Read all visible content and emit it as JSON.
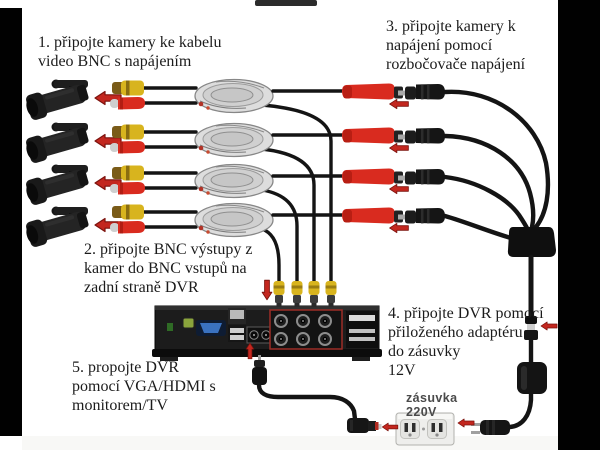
{
  "steps": {
    "step1": "1. připojte kamery ke kabelu\nvideo BNC s napájením",
    "step2": "2. připojte BNC výstupy z\nkamer do BNC vstupů na\nzadní straně DVR",
    "step3": "3. připojte kamery k\nnapájení pomocí\nrozbočovače napájení",
    "step4": "4. připojte DVR pomocí\npřiloženého adaptéru\ndo zásuvky\n12V",
    "step5": "5. propojte DVR\npomocí VGA/HDMI s\nmonitorem/TV"
  },
  "outlet": {
    "line1": "zásuvka",
    "line2": "220V"
  },
  "colors": {
    "arrow_red": "#c3271f",
    "bnc_yellow": "#d8b41e",
    "power_connector_red": "#d92b1f",
    "cable_black": "#141414",
    "coil_gray": "#d9d9d9",
    "outlet_label_gray": "#4a4a4a",
    "vga_blue": "#3a72c0",
    "background": "#ffffff",
    "letterbox_black": "#010101"
  },
  "components": [
    "bullet-camera x4",
    "bnc-video-power-pigtail x4",
    "coiled-bnc-cable x4",
    "power-splitter-1-to-4",
    "dvr-rear-panel",
    "12v-power-adapter",
    "220v-wall-outlet"
  ]
}
